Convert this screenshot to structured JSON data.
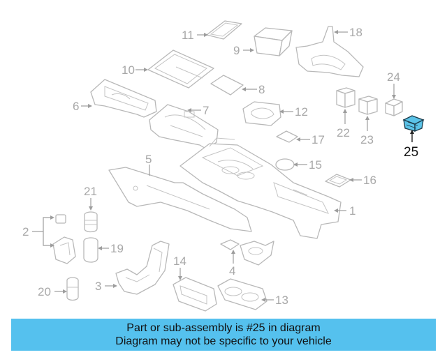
{
  "diagram": {
    "highlight_color": "#55c1ee",
    "highlighted_part": "25",
    "callouts": [
      {
        "id": "c1",
        "label": "1"
      },
      {
        "id": "c2",
        "label": "2"
      },
      {
        "id": "c3",
        "label": "3"
      },
      {
        "id": "c4",
        "label": "4"
      },
      {
        "id": "c5",
        "label": "5"
      },
      {
        "id": "c6",
        "label": "6"
      },
      {
        "id": "c7",
        "label": "7"
      },
      {
        "id": "c8",
        "label": "8"
      },
      {
        "id": "c9",
        "label": "9"
      },
      {
        "id": "c10",
        "label": "10"
      },
      {
        "id": "c11",
        "label": "11"
      },
      {
        "id": "c12",
        "label": "12"
      },
      {
        "id": "c13",
        "label": "13"
      },
      {
        "id": "c14",
        "label": "14"
      },
      {
        "id": "c15",
        "label": "15"
      },
      {
        "id": "c16",
        "label": "16"
      },
      {
        "id": "c17",
        "label": "17"
      },
      {
        "id": "c18",
        "label": "18"
      },
      {
        "id": "c19",
        "label": "19"
      },
      {
        "id": "c20",
        "label": "20"
      },
      {
        "id": "c21",
        "label": "21"
      },
      {
        "id": "c22",
        "label": "22"
      },
      {
        "id": "c23",
        "label": "23"
      },
      {
        "id": "c24",
        "label": "24"
      },
      {
        "id": "c25",
        "label": "25"
      }
    ]
  },
  "banner": {
    "line1": "Part or sub-assembly is #25 in diagram",
    "line2": "Diagram may not be specific to your vehicle"
  }
}
